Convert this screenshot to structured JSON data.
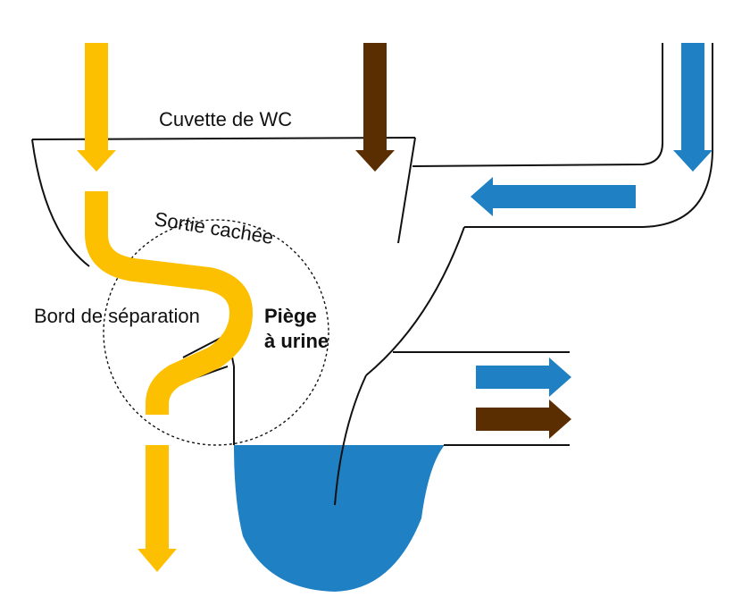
{
  "labels": {
    "bowl": "Cuvette de WC",
    "hidden_outlet": "Sortie cachée",
    "separation_edge": "Bord de séparation",
    "urine_trap_line1": "Piège",
    "urine_trap_line2": "à urine"
  },
  "colors": {
    "urine": "#FDC000",
    "feces": "#5A2E00",
    "water": "#1F80C4",
    "outline": "#111111"
  }
}
